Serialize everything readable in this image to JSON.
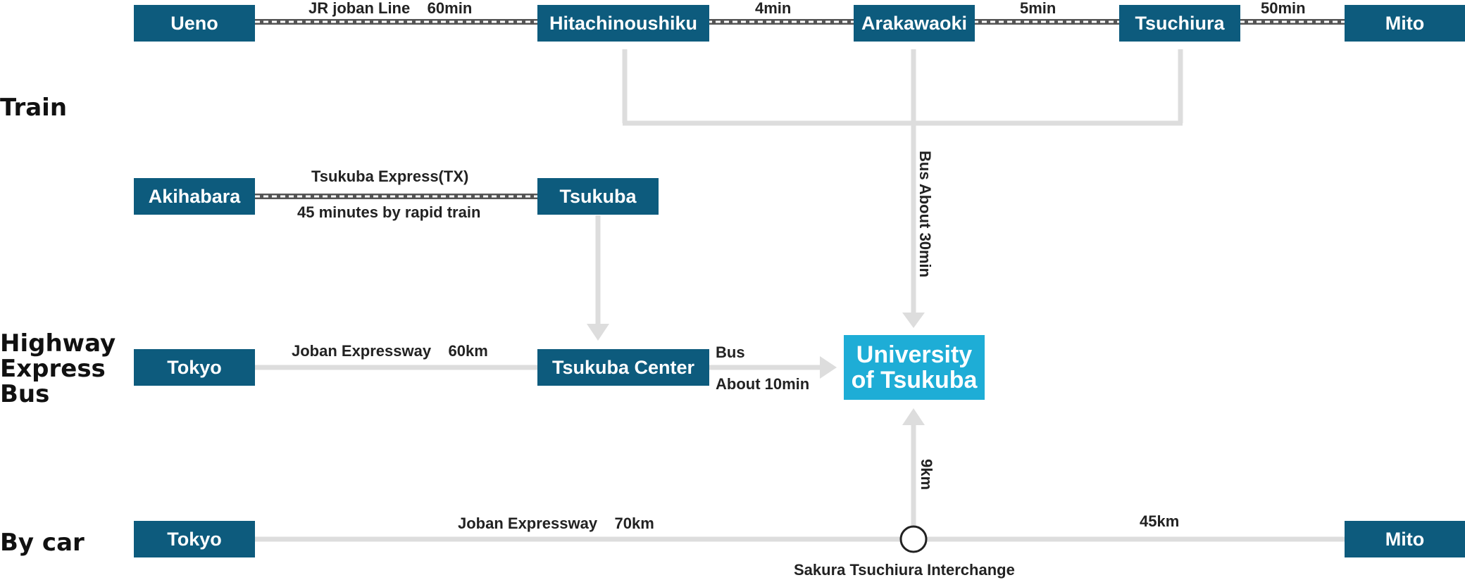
{
  "sections": {
    "train": "Train",
    "highway_bus": [
      "Highway",
      "Express",
      "Bus"
    ],
    "car": "By car"
  },
  "stations": {
    "ueno": "Ueno",
    "hitachinoushiku": "Hitachinoushiku",
    "arakawaoki": "Arakawaoki",
    "tsuchiura": "Tsuchiura",
    "mito_train": "Mito",
    "akihabara": "Akihabara",
    "tsukuba": "Tsukuba",
    "tokyo_bus": "Tokyo",
    "tsukuba_center": "Tsukuba Center",
    "tokyo_car": "Tokyo",
    "mito_car": "Mito"
  },
  "destination": [
    "University",
    "of Tsukuba"
  ],
  "labels": {
    "jr_line": "JR joban Line    60min",
    "seg_4min": "4min",
    "seg_5min": "5min",
    "seg_50min": "50min",
    "tx_line": "Tsukuba Express(TX)",
    "tx_time": "45 minutes by rapid train",
    "bus_30": "Bus About 30min",
    "joban_60": "Joban Expressway    60km",
    "bus_short": "Bus",
    "about_10": "About 10min",
    "joban_70": "Joban Expressway    70km",
    "km_45": "45km",
    "km_9": "9km",
    "interchange": "Sakura Tsuchiura Interchange"
  },
  "colors": {
    "station_box": "#0d5b7d",
    "destination_box": "#1eadd6",
    "connector": "#dddddd",
    "rail_dark": "#555555",
    "rail_light": "#ffffff"
  }
}
